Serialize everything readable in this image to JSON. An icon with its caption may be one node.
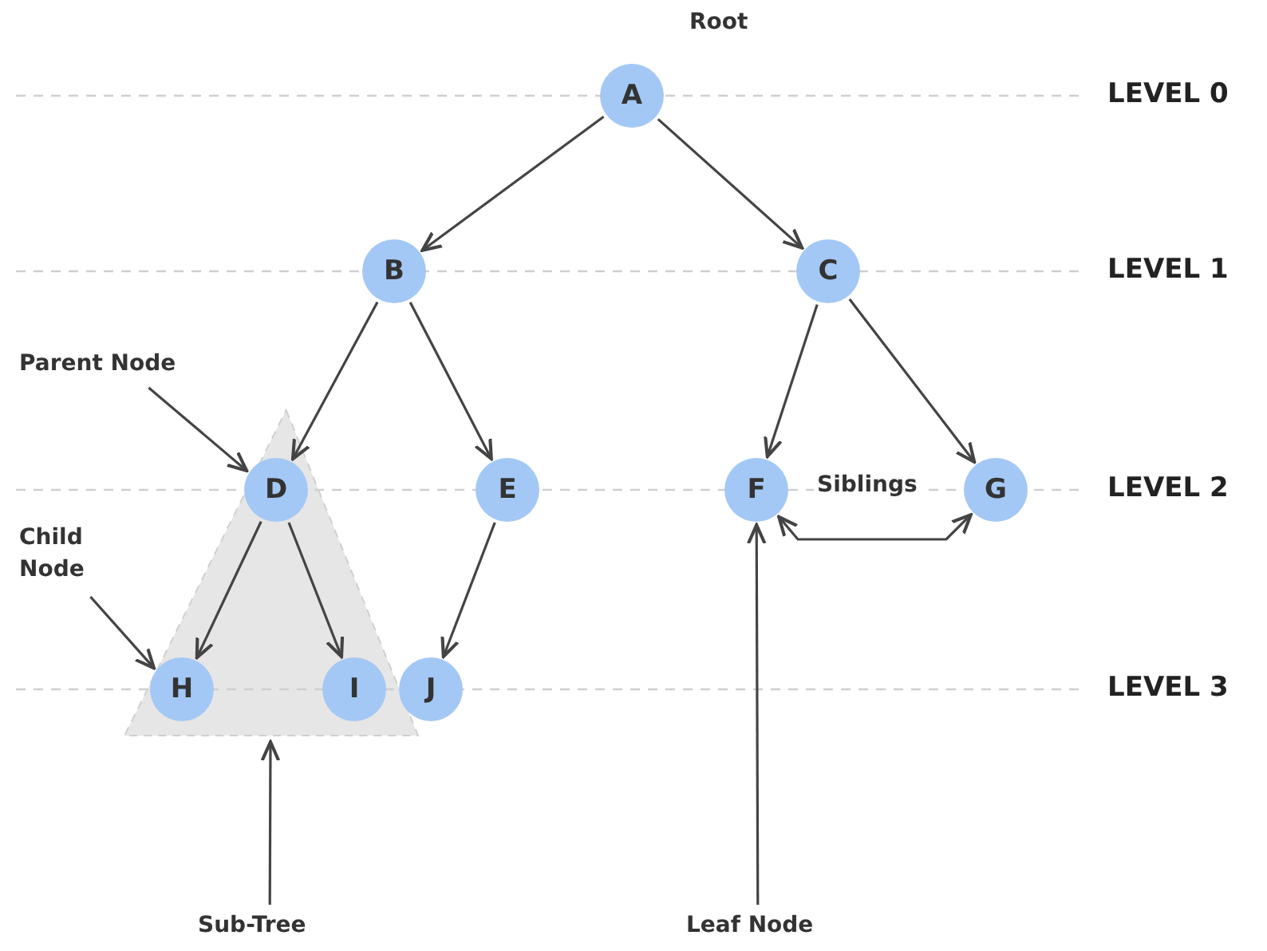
{
  "diagram": {
    "nodes": [
      {
        "text": [
          "A"
        ],
        "beside": [
          "Root"
        ]
      },
      {
        "text": [
          "B"
        ]
      },
      {
        "text": [
          "C"
        ]
      },
      {
        "text": [
          "Parent Node"
        ]
      },
      {
        "text": [],
        "shape": "triangle"
      },
      {
        "text": [
          "D"
        ],
        "in": 4
      },
      {
        "text": [
          "E"
        ]
      },
      {
        "text": [
          "F"
        ]
      },
      {
        "text": [
          "G"
        ]
      },
      {
        "text": [
          "Child Node"
        ]
      },
      {
        "text": [
          "H"
        ],
        "in": 4
      },
      {
        "text": [
          "I"
        ],
        "in": 4
      },
      {
        "text": [
          "J"
        ]
      },
      {
        "text": [
          "Sub-Tree"
        ]
      },
      {
        "text": [
          "Leaf Node"
        ]
      }
    ],
    "edges": [
      {
        "from": 0,
        "to": 1,
        "arrow": "to"
      },
      {
        "from": 0,
        "to": 2,
        "arrow": "to"
      },
      {
        "from": 1,
        "to": 5,
        "arrow": "to"
      },
      {
        "from": 1,
        "to": 6,
        "arrow": "to"
      },
      {
        "from": 2,
        "to": 7,
        "arrow": "to"
      },
      {
        "from": 2,
        "to": 8,
        "arrow": "to"
      },
      {
        "from": 5,
        "to": 10,
        "arrow": "to"
      },
      {
        "from": 5,
        "to": 11,
        "arrow": "to"
      },
      {
        "from": 6,
        "to": 12,
        "arrow": "to"
      },
      {
        "from": 3,
        "to": 5,
        "arrow": "to"
      },
      {
        "from": 9,
        "to": 10,
        "arrow": "to"
      },
      {
        "from": 7,
        "to": 8,
        "arrow": "both",
        "label": "Siblings"
      },
      {
        "from": 13,
        "to": 4,
        "arrow": "to"
      },
      {
        "from": 14,
        "to": 7,
        "arrow": "to"
      }
    ],
    "labels": [
      "LEVEL 0",
      "LEVEL 1",
      "LEVEL 2",
      "LEVEL 3"
    ]
  }
}
